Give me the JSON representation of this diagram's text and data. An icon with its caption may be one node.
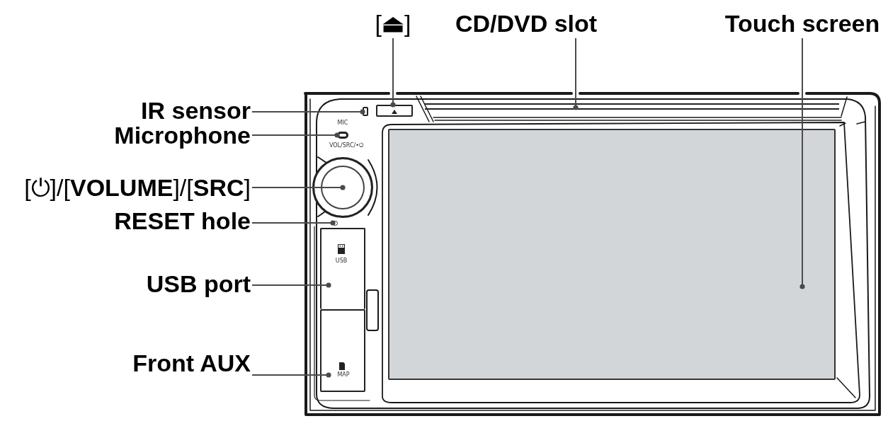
{
  "diagram": {
    "nodes": [
      {
        "text": [
          "[**⏏**]"
        ]
      },
      {
        "text": [
          "CD/DVD slot"
        ]
      },
      {
        "text": [
          "Touch screen"
        ]
      },
      {
        "text": [
          "IR sensor"
        ]
      },
      {
        "text": [
          "Microphone"
        ]
      },
      {
        "text": [
          "[⏻]/[**VOLUME**]/[**SRC**]"
        ]
      },
      {
        "text": [
          "RESET hole"
        ]
      },
      {
        "text": [
          "USB port"
        ]
      },
      {
        "text": [
          "Front AUX"
        ]
      },
      {
        "text": [],
        "shape": "box"
      },
      {
        "text": [],
        "shape": "bar"
      },
      {
        "text": [],
        "shape": "box"
      },
      {
        "text": [],
        "shape": "box"
      },
      {
        "text": [],
        "shape": "circle"
      },
      {
        "text": [],
        "shape": "circle"
      },
      {
        "text": [],
        "shape": "circle"
      },
      {
        "text": [],
        "shape": "box"
      },
      {
        "text": [],
        "shape": "box"
      }
    ],
    "edges": [
      {
        "from": 0,
        "to": 9,
        "arrow": "other"
      },
      {
        "from": 1,
        "to": 10,
        "arrow": "other"
      },
      {
        "from": 2,
        "to": 11,
        "arrow": "other"
      },
      {
        "from": 3,
        "to": 12,
        "arrow": "other"
      },
      {
        "from": 4,
        "to": 13,
        "arrow": "other"
      },
      {
        "from": 5,
        "to": 14,
        "arrow": "other"
      },
      {
        "from": 6,
        "to": 15,
        "arrow": "other"
      },
      {
        "from": 7,
        "to": 16,
        "arrow": "other"
      },
      {
        "from": 8,
        "to": 17,
        "arrow": "other"
      }
    ],
    "labels": [
      "MIC",
      "VOL/SRC/•⏻",
      "USB",
      "MAP"
    ]
  }
}
